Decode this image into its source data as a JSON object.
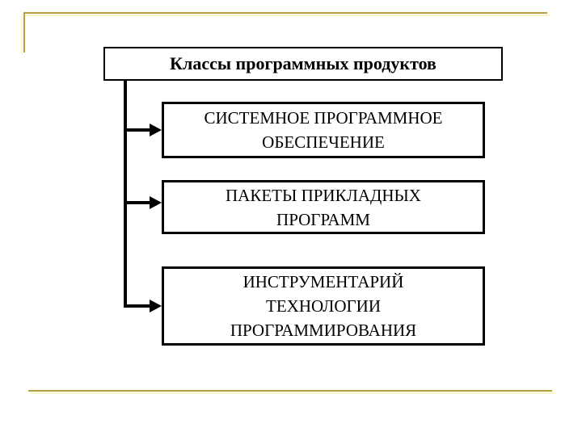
{
  "slide": {
    "colors": {
      "background": "#ffffff",
      "line_black": "#000000",
      "accent_gold": "#b59f3e",
      "accent_gold_light": "#faf6cc"
    },
    "diagram": {
      "title": "Классы программных продуктов",
      "boxes": [
        {
          "id": "system-software",
          "label": "СИСТЕМНОЕ ПРОГРАММНОЕ ОБЕСПЕЧЕНИЕ",
          "lines": [
            "СИСТЕМНОЕ ПРОГРАММНОЕ",
            "ОБЕСПЕЧЕНИЕ"
          ]
        },
        {
          "id": "application-packages",
          "label": "ПАКЕТЫ ПРИКЛАДНЫХ ПРОГРАММ",
          "lines": [
            "ПАКЕТЫ ПРИКЛАДНЫХ",
            "ПРОГРАММ"
          ]
        },
        {
          "id": "programming-tools",
          "label": "ИНСТРУМЕНТАРИЙ ТЕХНОЛОГИИ ПРОГРАММИРОВАНИЯ",
          "lines": [
            "ИНСТРУМЕНТАРИЙ",
            "ТЕХНОЛОГИИ",
            "ПРОГРАММИРОВАНИЯ"
          ]
        }
      ]
    }
  }
}
